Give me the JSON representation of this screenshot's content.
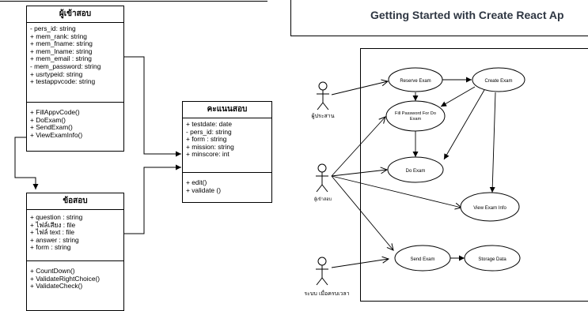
{
  "tutorial_card": {
    "title": "Getting Started with Create React Ap"
  },
  "class_member": {
    "name": "ผู้เข้าสอบ",
    "attributes": [
      "- pers_id: string",
      "+ mem_rank: string",
      "+ mem_fname: string",
      "+ mem_lname: string",
      "+ mem_email : string",
      "- mem_password: string",
      "+ usrtypeid: string",
      "+ testappvcode: string"
    ],
    "methods": [
      "+ FillAppvCode()",
      "+ DoExam()",
      "+ SendExam()",
      "+ ViewExamInfo()"
    ]
  },
  "class_score": {
    "name": "คะแนนสอบ",
    "attributes": [
      "+ testdate: date",
      "- pers_id: string",
      "+ form : string",
      "+ mission: string",
      "+ minscore: int"
    ],
    "methods": [
      "+ edit()",
      "+ validate ()"
    ]
  },
  "class_exam": {
    "name": "ข้อสอบ",
    "attributes": [
      "+ question : string",
      "+ ไฟล์เสียง : file",
      "+ ไฟล์ text : file",
      "+ answer : string",
      "+ form : string"
    ],
    "methods": [
      "+ CountDown()",
      "+ ValidateRightChoice()",
      "+ ValidateCheck()"
    ]
  },
  "use_case": {
    "actors": {
      "applicant_office": "ผู้ประสาน",
      "examinee": "ผู้เข้าสอบ",
      "system": "ระบบ เมื่อครบเวลา"
    },
    "use_cases": {
      "reserve_exam": "Reserve Exam",
      "create_exam": "Create Exam",
      "fill_password": [
        "Fill Password For Do",
        "Exam"
      ],
      "do_exam": "Do Exam",
      "view_exam_info": "View Exam Info",
      "send_exam": "Send Exam",
      "storage_data": "Storage Data"
    }
  }
}
